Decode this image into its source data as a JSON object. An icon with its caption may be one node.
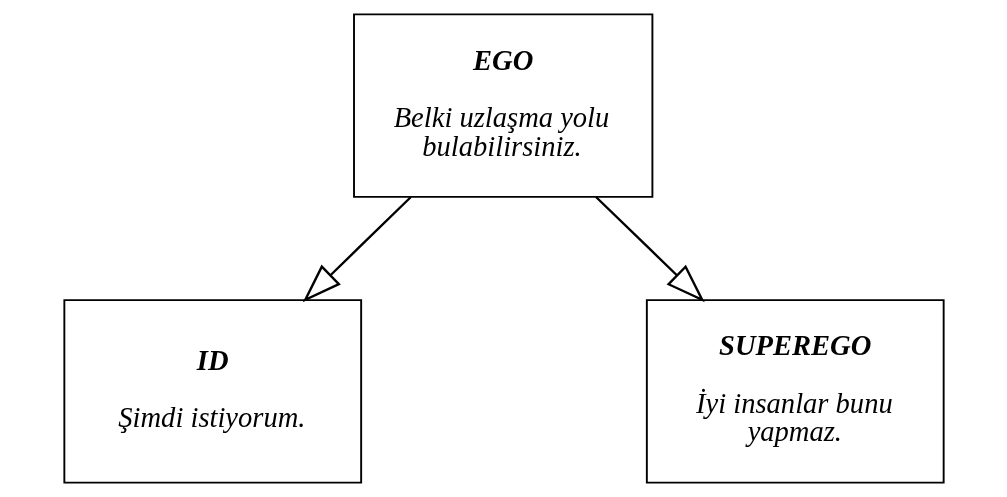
{
  "diagram": {
    "nodes": [
      {
        "text": [
          "EGO",
          "Belki uzlaşma yolu bulabilirsiniz."
        ]
      },
      {
        "text": [
          "ID",
          "Şimdi istiyorum."
        ]
      },
      {
        "text": [
          "SUPEREGO",
          "İyi insanlar bunu yapmaz."
        ]
      }
    ],
    "edges": [
      {
        "from": 0,
        "to": 1,
        "arrow": "to"
      },
      {
        "from": 0,
        "to": 2,
        "arrow": "to"
      }
    ]
  }
}
